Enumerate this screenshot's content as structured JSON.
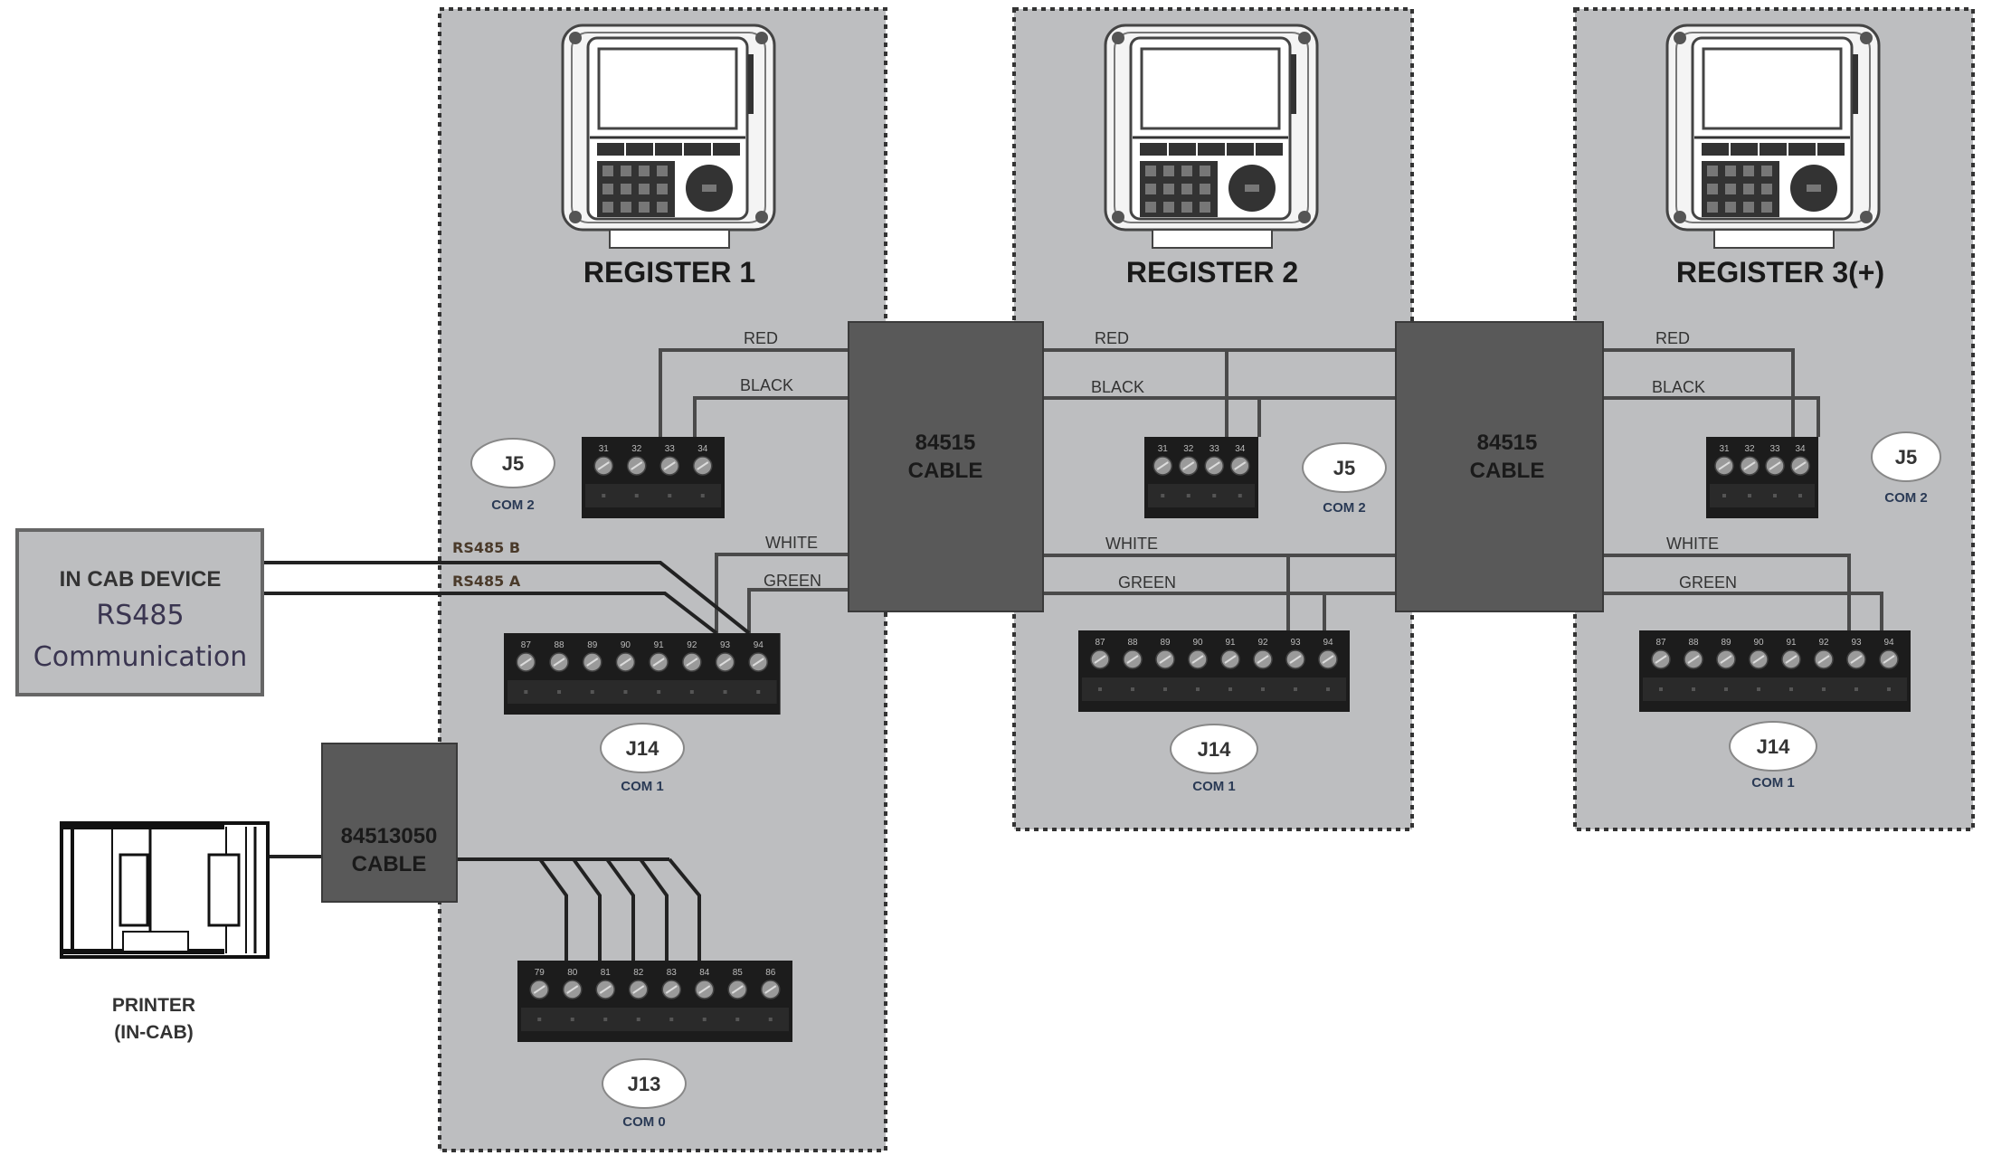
{
  "registers": [
    {
      "title": "REGISTER 1",
      "j5": {
        "label": "J5",
        "com": "COM 2",
        "terminals": [
          "31",
          "32",
          "33",
          "34"
        ]
      },
      "j14": {
        "label": "J14",
        "com": "COM 1",
        "terminals": [
          "87",
          "88",
          "89",
          "90",
          "91",
          "92",
          "93",
          "94"
        ]
      },
      "j13": {
        "label": "J13",
        "com": "COM 0",
        "terminals": [
          "79",
          "80",
          "81",
          "82",
          "83",
          "84",
          "85",
          "86"
        ]
      },
      "wire_labels": {
        "red": "RED",
        "black": "BLACK",
        "white": "WHITE",
        "green": "GREEN"
      }
    },
    {
      "title": "REGISTER 2",
      "j5": {
        "label": "J5",
        "com": "COM 2",
        "terminals": [
          "31",
          "32",
          "33",
          "34"
        ]
      },
      "j14": {
        "label": "J14",
        "com": "COM 1",
        "terminals": [
          "87",
          "88",
          "89",
          "90",
          "91",
          "92",
          "93",
          "94"
        ]
      },
      "wire_labels": {
        "red": "RED",
        "black": "BLACK",
        "white": "WHITE",
        "green": "GREEN"
      }
    },
    {
      "title": "REGISTER 3(+)",
      "j5": {
        "label": "J5",
        "com": "COM 2",
        "terminals": [
          "31",
          "32",
          "33",
          "34"
        ]
      },
      "j14": {
        "label": "J14",
        "com": "COM 1",
        "terminals": [
          "87",
          "88",
          "89",
          "90",
          "91",
          "92",
          "93",
          "94"
        ]
      },
      "wire_labels": {
        "red": "RED",
        "black": "BLACK",
        "white": "WHITE",
        "green": "GREEN"
      }
    }
  ],
  "cables": [
    {
      "line1": "84515",
      "line2": "CABLE"
    },
    {
      "line1": "84515",
      "line2": "CABLE"
    }
  ],
  "printer_cable": {
    "line1": "84513050",
    "line2": "CABLE"
  },
  "in_cab_device": {
    "line1": "IN CAB DEVICE",
    "line2": "RS485",
    "line3": "Communication"
  },
  "rs485_labels": {
    "b": "RS485 B",
    "a": "RS485 A"
  },
  "printer": {
    "line1": "PRINTER",
    "line2": "(IN-CAB)"
  }
}
